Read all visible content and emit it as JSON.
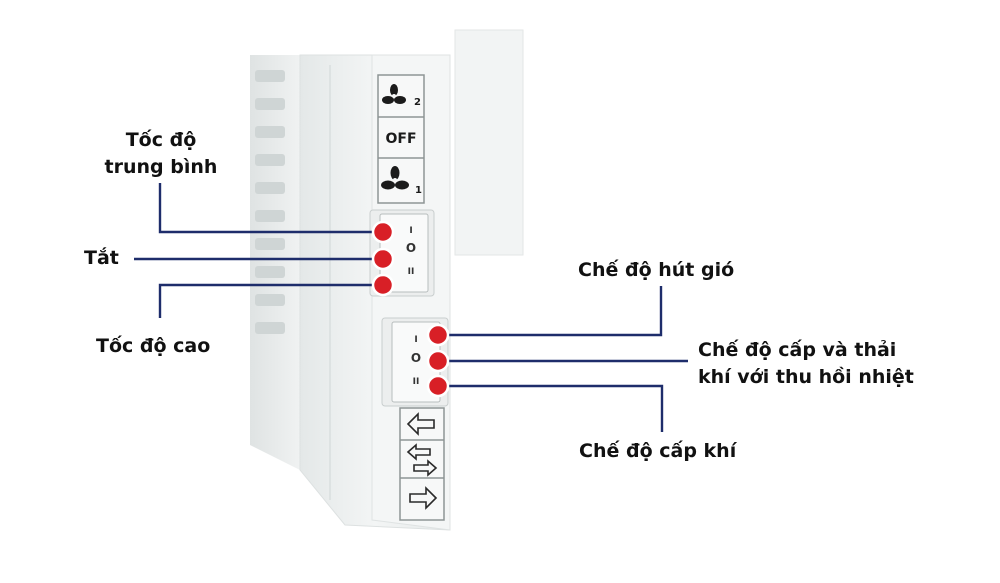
{
  "colors": {
    "connector": "#1e2d6b",
    "marker": "#d81f26",
    "marker_ring": "#ffffff",
    "device_body": "#eef1f1",
    "device_shadow": "#d7dcdc",
    "label_text": "#111111"
  },
  "fan_panel": {
    "symbols": [
      "fan-speed-2-icon",
      "OFF",
      "fan-speed-1-icon"
    ],
    "off_text": "OFF",
    "speed_high_mark": "2",
    "speed_low_mark": "1",
    "switch_marks": [
      "I",
      "O",
      "II"
    ]
  },
  "mode_panel": {
    "switch_marks": [
      "I",
      "O",
      "II"
    ],
    "symbols": [
      "arrow-left-icon",
      "exchange-arrows-icon",
      "arrow-right-icon"
    ]
  },
  "labels": {
    "medium_speed": [
      "Tốc độ",
      "trung bình"
    ],
    "off": "Tắt",
    "high_speed": "Tốc độ cao",
    "exhaust_mode": "Chế độ hút gió",
    "supply_exhaust_mode": [
      "Chế độ cấp và thải",
      "khí với thu hồi nhiệt"
    ],
    "supply_mode": "Chế độ cấp khí"
  }
}
